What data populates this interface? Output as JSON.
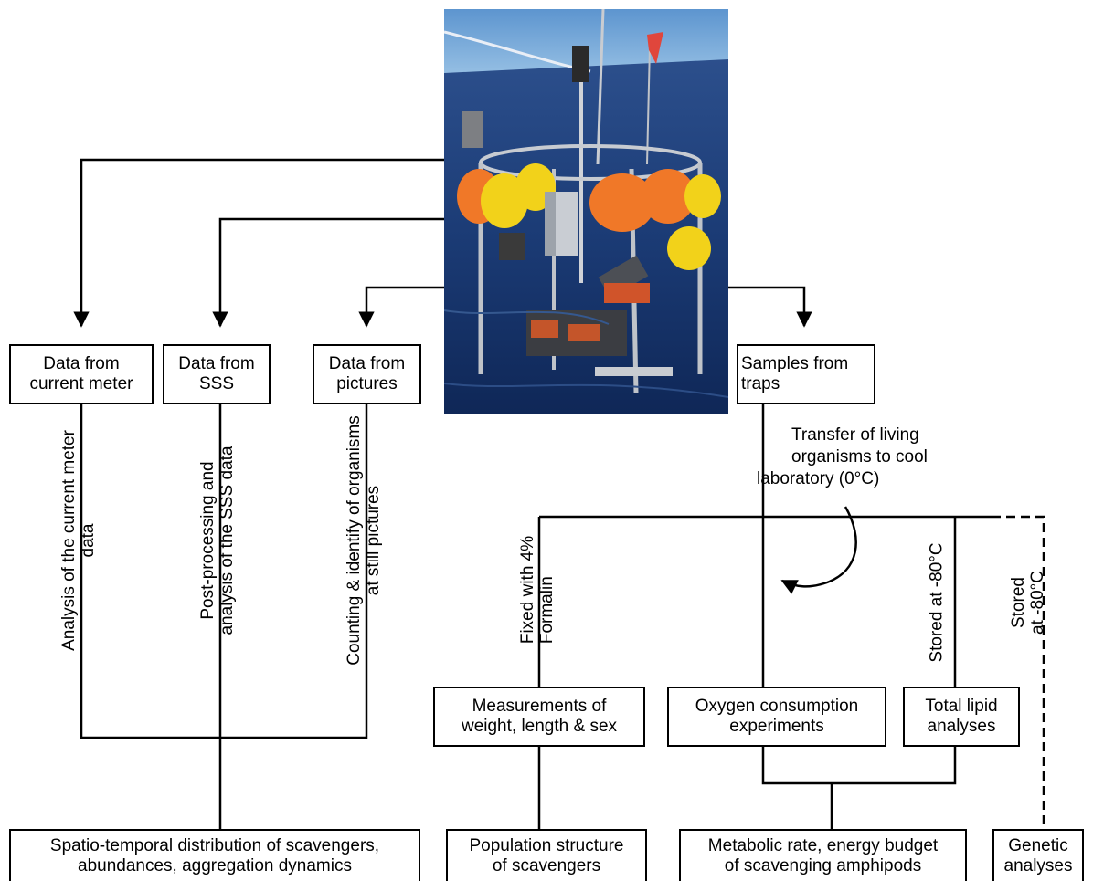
{
  "photo": {
    "description_icon": "lander-instrument-photo-icon",
    "colors": {
      "sea": "#1d3f7a",
      "sky": "#6a9fd0",
      "float_orange": "#f07828",
      "float_yellow": "#f2d21a"
    }
  },
  "sources": {
    "current_meter": "Data from\ncurrent meter",
    "sss": "Data from\nSSS",
    "pictures": "Data from\npictures",
    "traps": "Samples from\ntraps"
  },
  "processing": {
    "current_meter": "Analysis of the current meter\ndata",
    "sss": "Post-processing and\nanalysis of the SSS data",
    "pictures": "Counting & identify of organisms\nat still pictures"
  },
  "transfer_note": {
    "line1": "Transfer of living",
    "line2": "organisms to cool",
    "line3": "laboratory (0°C)"
  },
  "treatments": {
    "formalin": "Fixed with 4%\nFormalin",
    "stored_1": "Stored at -80°C",
    "stored_2": "Stored at -80°C"
  },
  "analyses": {
    "measurements": "Measurements of\nweight, length & sex",
    "oxygen": "Oxygen consumption\nexperiments",
    "lipid": "Total lipid\nanalyses"
  },
  "outcomes": {
    "spatio_temporal": "Spatio-temporal distribution of scavengers,\nabundances, aggregation dynamics",
    "population": "Population structure\nof scavengers",
    "metabolic": "Metabolic rate, energy budget\nof scavenging amphipods",
    "genetic": "Genetic\nanalyses"
  }
}
